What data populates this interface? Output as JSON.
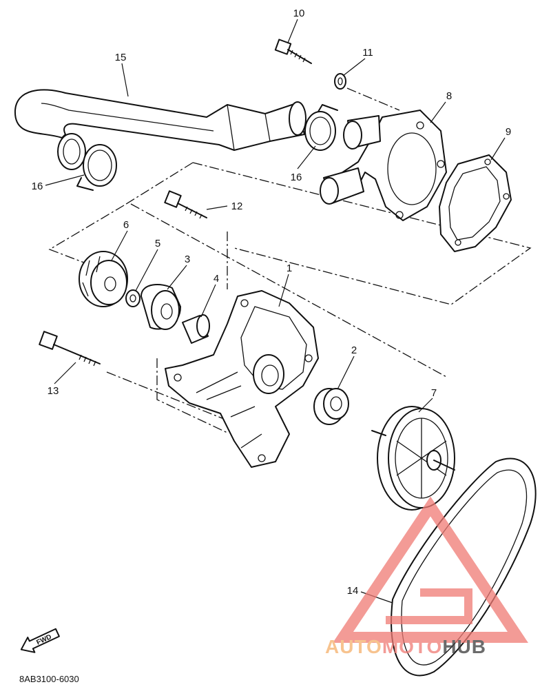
{
  "diagram": {
    "part_numbers": [
      "1",
      "2",
      "3",
      "4",
      "5",
      "6",
      "7",
      "8",
      "9",
      "10",
      "11",
      "12",
      "13",
      "14",
      "15",
      "16",
      "16"
    ],
    "drawing_code": "8AB3100-6030",
    "fwd_label": "FWD"
  },
  "watermark": {
    "text_parts": [
      "AUTO",
      "MOTO",
      "HUB"
    ],
    "colors": {
      "primary": "#f07a74",
      "accent": "#f5b06a",
      "dark": "#3a3a3a"
    }
  }
}
